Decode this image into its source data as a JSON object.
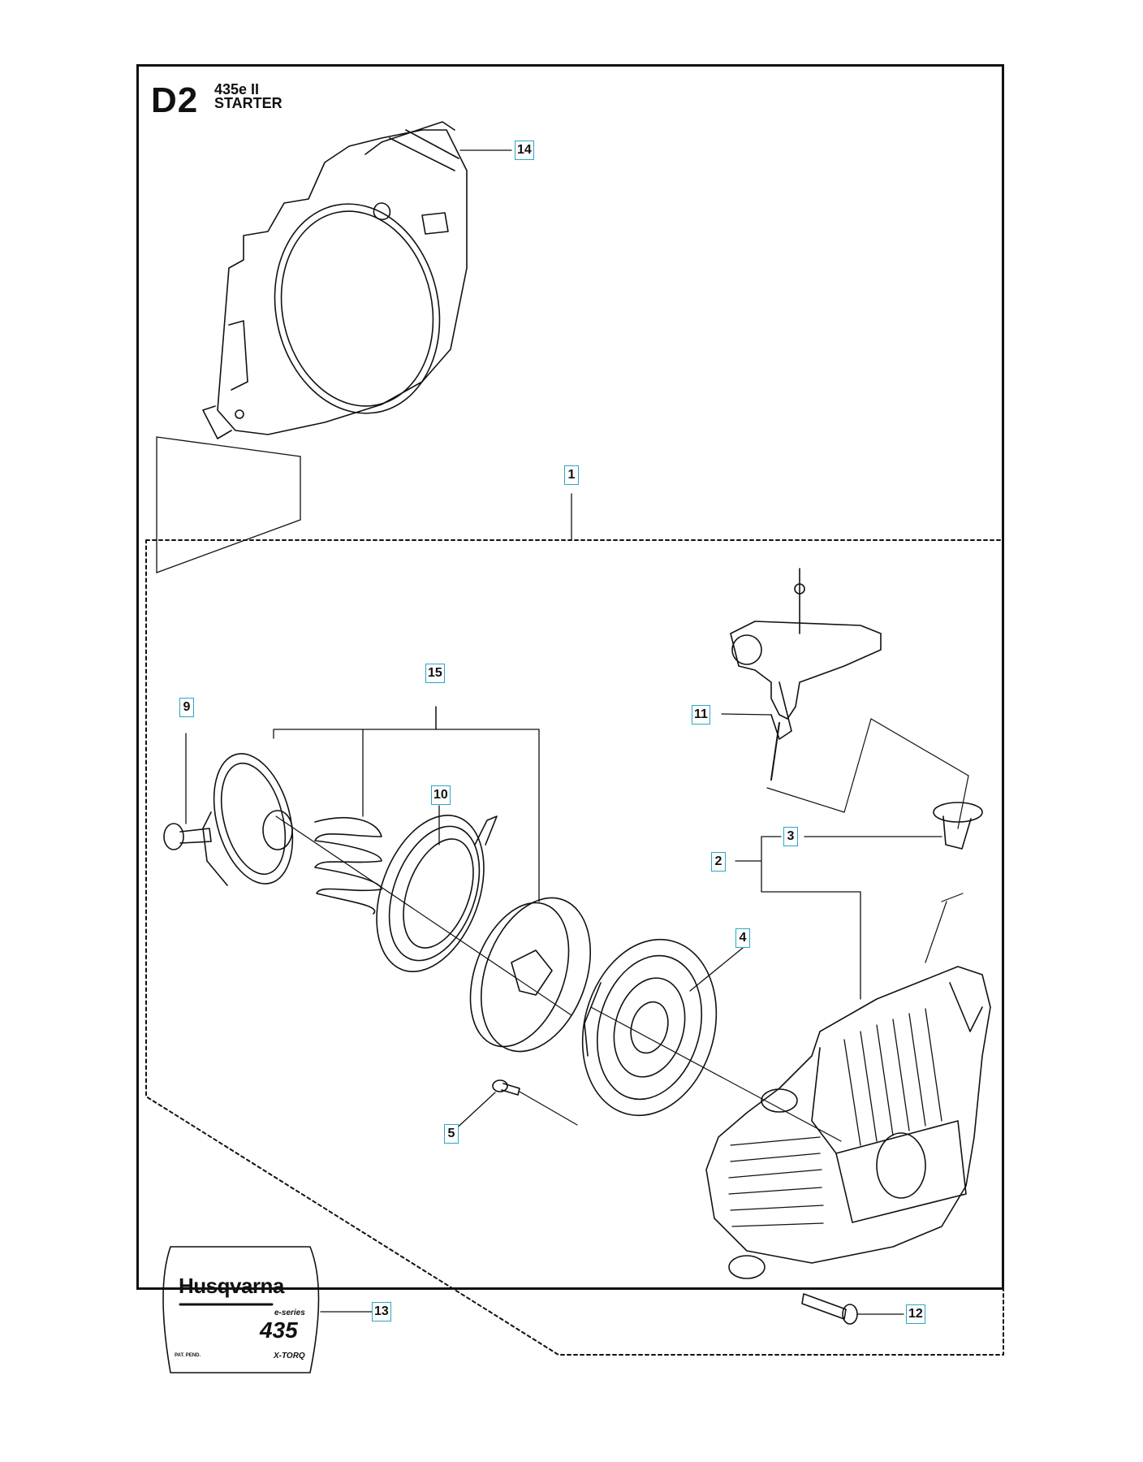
{
  "header": {
    "section_code": "D2",
    "model": "435e II",
    "title": "STARTER"
  },
  "callouts": {
    "c1": "1",
    "c2": "2",
    "c3": "3",
    "c4": "4",
    "c5": "5",
    "c9": "9",
    "c10": "10",
    "c11": "11",
    "c12": "12",
    "c13": "13",
    "c14": "14",
    "c15": "15"
  },
  "decal": {
    "brand": "Husqvarna",
    "series": "e-series",
    "model_number": "435",
    "patent": "PAT. PEND.",
    "feature": "X-TORQ"
  }
}
